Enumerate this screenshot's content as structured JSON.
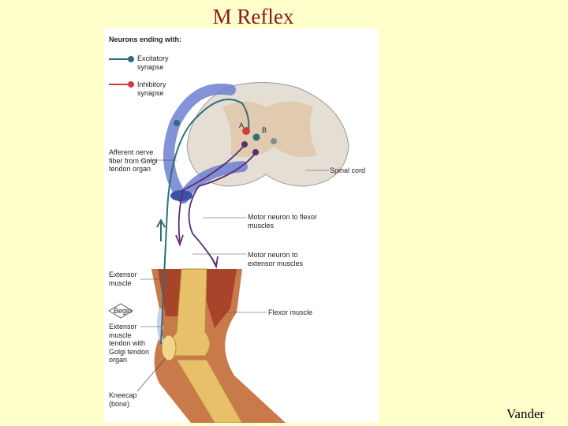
{
  "slide": {
    "title": "M Reflex",
    "credit": "Vander"
  },
  "legend": {
    "heading": "Neurons ending with:",
    "excitatory": {
      "label": "Excitatory synapse",
      "color": "#2E6E7A"
    },
    "inhibitory": {
      "label": "Inhibitory synapse",
      "color": "#D23A3A"
    }
  },
  "labels": {
    "spinal_cord": "Spinal cord",
    "afferent": "Afferent nerve fiber from Golgi tendon organ",
    "motor_flexor": "Motor neuron to flexor muscles",
    "motor_extensor": "Motor neuron to extensor muscles",
    "extensor_muscle": "Extensor muscle",
    "begin": "Begin",
    "extensor_tendon": "Extensor muscle tendon with Golgi tendon organ",
    "flexor_muscle": "Flexor muscle",
    "kneecap": "Kneecap (bone)",
    "neuron_a": "A",
    "neuron_b": "B"
  },
  "colors": {
    "background": "#FFFFCC",
    "title": "#8B1A1A",
    "nerve": "#6E7FD0",
    "motor_axon": "#5A2D6E",
    "muscle": "#A8442A",
    "bone": "#E8C06A",
    "skin": "#C97A4A",
    "grey_matter": "#E0CBB0"
  }
}
